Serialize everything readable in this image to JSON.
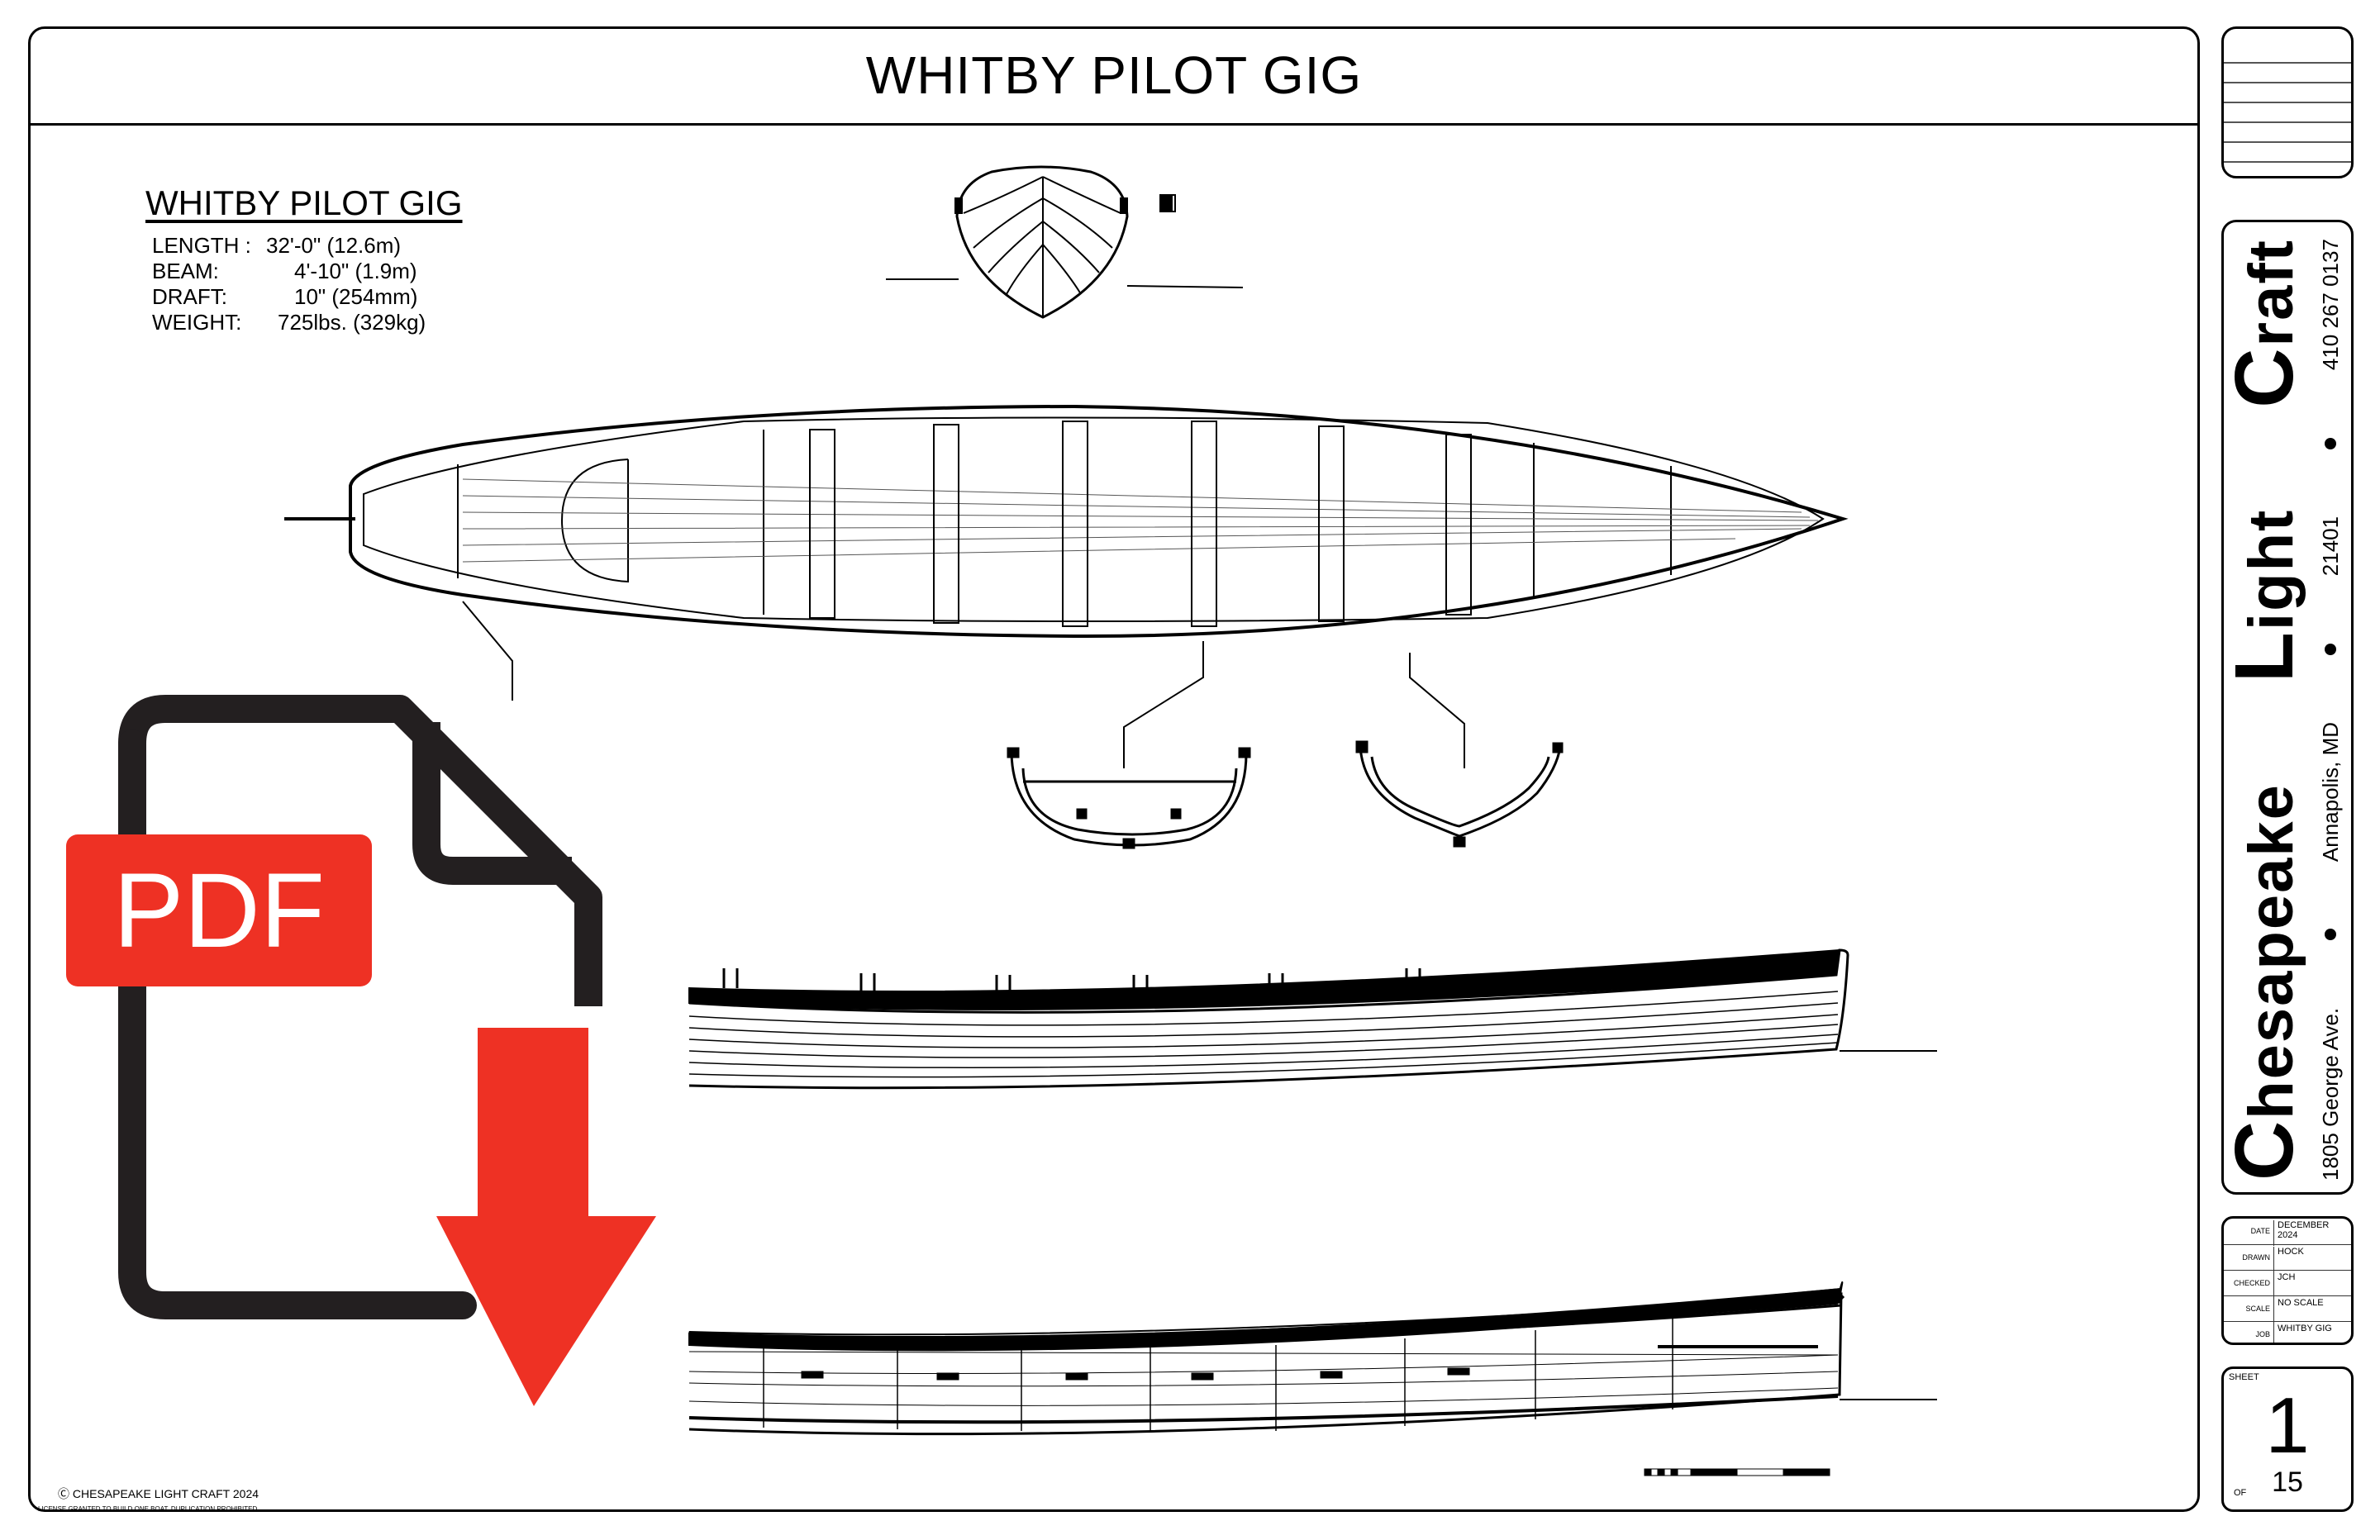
{
  "title": "WHITBY PILOT GIG",
  "specs": {
    "heading": "WHITBY PILOT GIG",
    "rows": [
      {
        "label": "LENGTH :",
        "value": "32'-0\" (12.6m)"
      },
      {
        "label": "BEAM:",
        "value": "4'-10\" (1.9m)"
      },
      {
        "label": "DRAFT:",
        "value": "10\" (254mm)"
      },
      {
        "label": "WEIGHT:",
        "value": "725lbs. (329kg)"
      }
    ]
  },
  "pdf_badge": {
    "label": "PDF",
    "accent": "#ee3124",
    "outline": "#231f20"
  },
  "company": {
    "name_parts": [
      {
        "initial": "C",
        "rest": "hesapeake"
      },
      {
        "initial": "L",
        "rest": "ight"
      },
      {
        "initial": "C",
        "rest": "raft"
      }
    ],
    "address": "1805 George Ave.",
    "city": "Annapolis, MD",
    "zip": "21401",
    "phone": "410 267 0137"
  },
  "title_block": {
    "date_label": "DATE",
    "date": "DECEMBER 2024",
    "drawn_label": "DRAWN",
    "drawn": "HOCK",
    "checked_label": "CHECKED",
    "checked": "JCH",
    "scale_label": "SCALE",
    "scale": "NO SCALE",
    "job_label": "JOB",
    "job": "WHITBY GIG"
  },
  "sheet": {
    "label": "SHEET",
    "number": "1",
    "of_label": "OF",
    "total": "15"
  },
  "copyright": "Ⓒ CHESAPEAKE LIGHT CRAFT 2024",
  "license": "LICENSE GRANTED TO BUILD ONE BOAT. DUPLICATION PROHIBITED"
}
